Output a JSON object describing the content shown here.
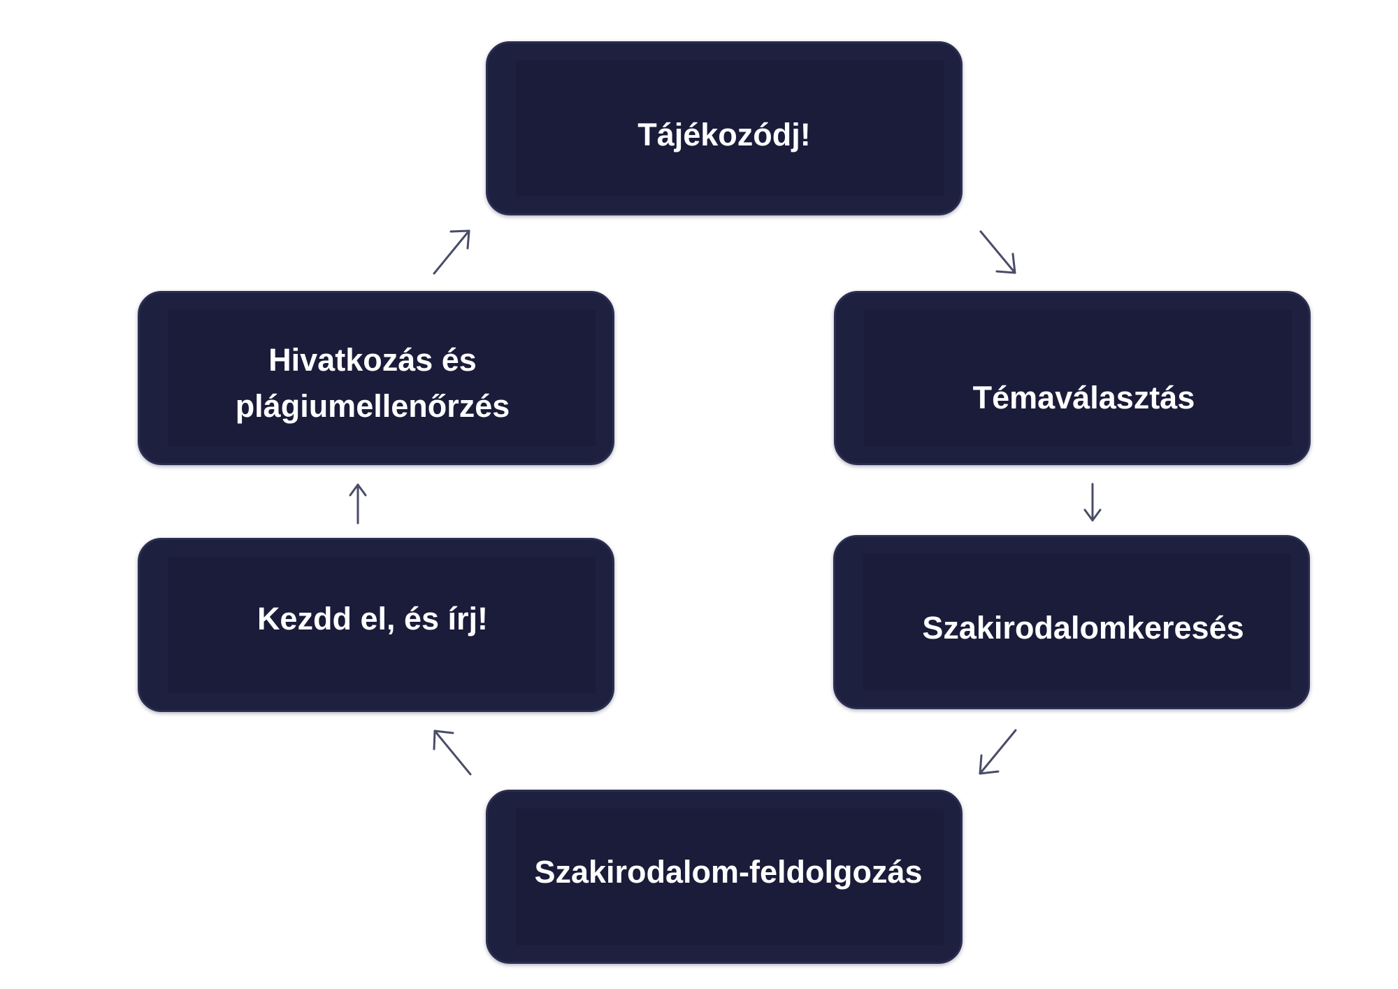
{
  "diagram": {
    "nodes": [
      {
        "id": "node-1",
        "label": "Tájékozódj!"
      },
      {
        "id": "node-2",
        "label": "Témaválasztás"
      },
      {
        "id": "node-3",
        "label": "Szakirodalomkeresés"
      },
      {
        "id": "node-4",
        "label": "Szakirodalom-feldolgozás"
      },
      {
        "id": "node-5",
        "label": "Kezdd el, és írj!"
      },
      {
        "id": "node-6",
        "label": "Hivatkozás és plágiumellenőrzés"
      }
    ],
    "edges": [
      {
        "from": "node-1",
        "to": "node-2"
      },
      {
        "from": "node-2",
        "to": "node-3"
      },
      {
        "from": "node-3",
        "to": "node-4"
      },
      {
        "from": "node-4",
        "to": "node-5"
      },
      {
        "from": "node-5",
        "to": "node-6"
      },
      {
        "from": "node-6",
        "to": "node-1"
      }
    ],
    "colors": {
      "node_fill": "#1e2040",
      "node_text": "#ffffff",
      "arrow": "#4a4c68",
      "background": "#ffffff"
    }
  }
}
